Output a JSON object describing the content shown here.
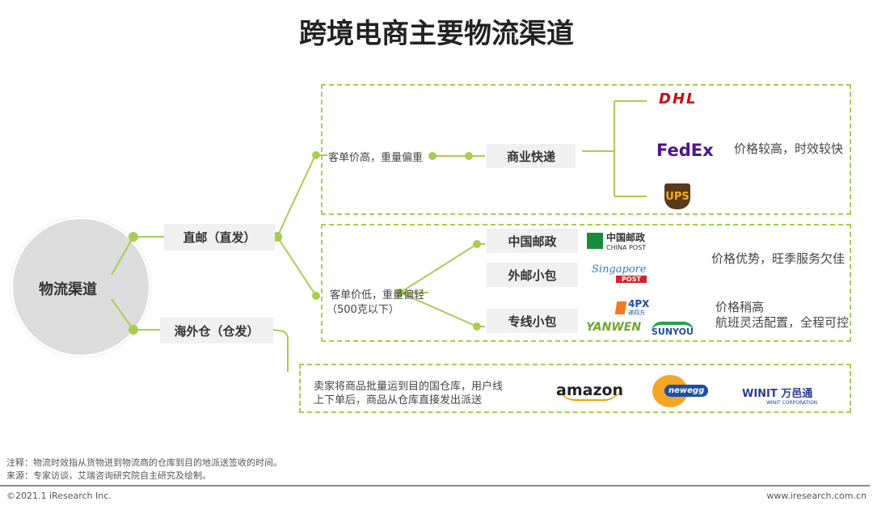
{
  "title": "跨境电商主要物流渠道",
  "root": "物流渠道",
  "branches": {
    "direct": "直邮（直发）",
    "overseas": "海外仓（仓发）"
  },
  "high": {
    "condition": "客单价高，重量偏重",
    "channel": "商业快递",
    "logos": [
      "DHL",
      "FedEx",
      "UPS"
    ],
    "desc": "价格较高，时效较快"
  },
  "low": {
    "condition": "客单价低，重量偏轻",
    "condition2": "（500克以下）",
    "channels": [
      "中国邮政",
      "外邮小包",
      "专线小包"
    ],
    "logos": {
      "chinapost_cn": "中国邮政",
      "chinapost_en": "CHINA POST",
      "singapore": "Singapore",
      "post": "POST",
      "fpx": "4PX",
      "fpx_cn": "递四方",
      "yanwen": "YANWEN",
      "sunyou": "SUNYOU"
    },
    "desc1": "价格优势，旺季服务欠佳",
    "desc2": "价格稍高",
    "desc3": "航班灵活配置，全程可控"
  },
  "warehouse": {
    "desc1": "卖家将商品批量运到目的国仓库，用户线",
    "desc2": "上下单后，商品从仓库直接发出派送",
    "logos": {
      "amazon": "amazon",
      "newegg": "newegg",
      "winit": "WINIT 万邑通",
      "winit_sub": "WINIT CORPORATION"
    }
  },
  "notes": {
    "note": "注释：物流时效指从货物进到物流商的仓库到目的地派送签收的时间。",
    "source": "来源：专家访谈，艾瑞咨询研究院自主研究及绘制。"
  },
  "footer": {
    "copyright": "©2021.1 iResearch Inc.",
    "url": "www.iresearch.com.cn"
  },
  "colors": {
    "accent": "#a9cc52",
    "box": "#f0f0f0"
  }
}
